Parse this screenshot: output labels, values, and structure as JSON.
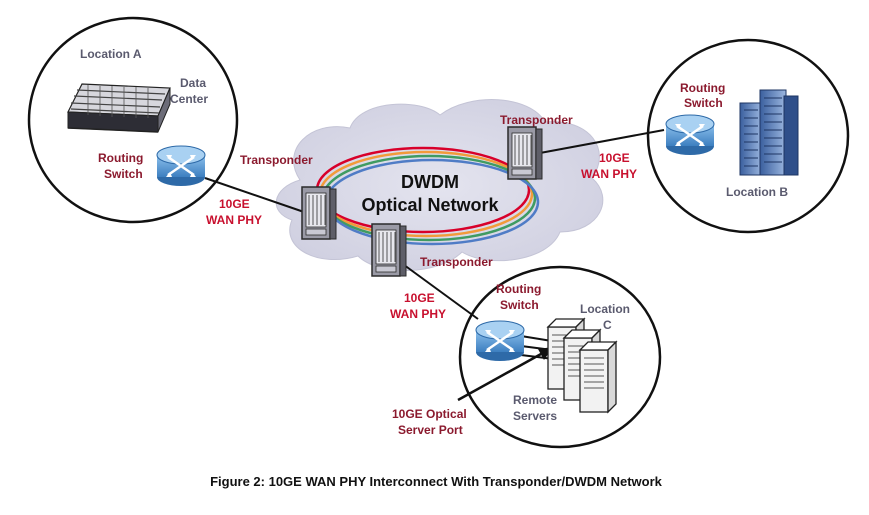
{
  "diagram": {
    "caption": "Figure 2: 10GE WAN PHY Interconnect With Transponder/DWDM Network",
    "cloud": {
      "line1": "DWDM",
      "line2": "Optical Network"
    },
    "ring_colors": [
      "#d8002a",
      "#f29a3a",
      "#3f9b62",
      "#4f7cc6"
    ],
    "location_a": {
      "title": "Location A",
      "data_center": [
        "Data",
        "Center"
      ],
      "routing_switch": [
        "Routing",
        "Switch"
      ]
    },
    "location_b": {
      "title": "Location B",
      "routing_switch": [
        "Routing",
        "Switch"
      ]
    },
    "location_c": {
      "title": [
        "Location",
        "C"
      ],
      "routing_switch": [
        "Routing",
        "Switch"
      ],
      "remote_servers": [
        "Remote",
        "Servers"
      ],
      "optical_port": [
        "10GE Optical",
        "Server Port"
      ]
    },
    "transponders": {
      "left": "Transponder",
      "top_right": "Transponder",
      "bottom": "Transponder"
    },
    "links": {
      "a": [
        "10GE",
        "WAN PHY"
      ],
      "b": [
        "10GE",
        "WAN PHY"
      ],
      "c": [
        "10GE",
        "WAN PHY"
      ]
    },
    "colors": {
      "accent_red": "#c8102e",
      "label_gray": "#5a5a6e",
      "switch_blue": "#5b9bd5"
    }
  }
}
